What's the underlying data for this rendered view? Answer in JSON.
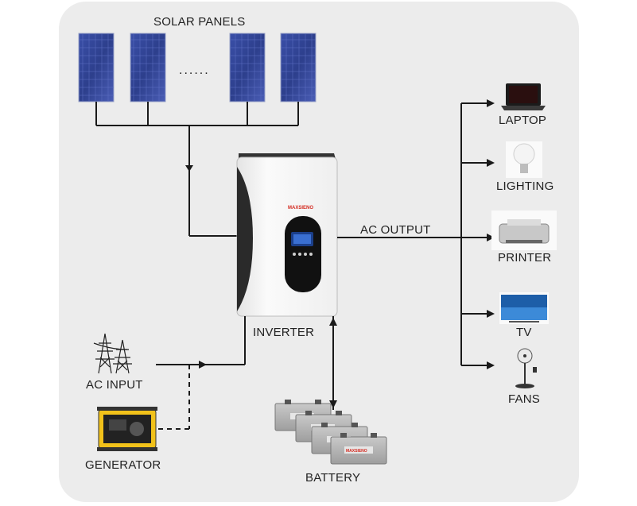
{
  "labels": {
    "solar_panels": "SOLAR PANELS",
    "ellipsis": "......",
    "inverter": "INVERTER",
    "ac_output": "AC OUTPUT",
    "ac_input": "AC INPUT",
    "generator": "GENERATOR",
    "battery": "BATTERY"
  },
  "brand": {
    "inverter_logo": "MAXSIENO",
    "battery_logo": "MAXSIENO"
  },
  "loads": [
    {
      "label": "LAPTOP",
      "icon": "laptop-icon"
    },
    {
      "label": "LIGHTING",
      "icon": "light-bulb-icon"
    },
    {
      "label": "PRINTER",
      "icon": "printer-icon"
    },
    {
      "label": "TV",
      "icon": "tv-icon"
    },
    {
      "label": "FANS",
      "icon": "fan-icon"
    }
  ],
  "colors": {
    "background_panel": "#ececec",
    "line": "#1a1a1a",
    "panel_blue": "#2d3f8c",
    "inverter_body": "#f7f7f7",
    "inverter_display": "#111111",
    "brand_red": "#d42a20"
  }
}
